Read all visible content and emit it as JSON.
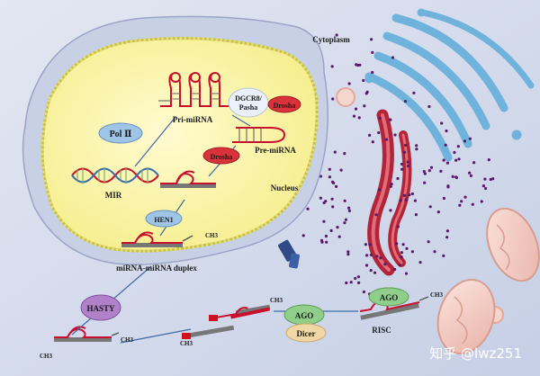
{
  "labels": {
    "cytoplasm": "Cytoplasm",
    "nucleus": "Nucleus",
    "pri_mirna": "Pri-miRNA",
    "pre_mirna": "Pre-miRNA",
    "mir": "MIR",
    "duplex": "miRNA-miRNA duplex",
    "risc": "RISC",
    "ch3_a": "CH3",
    "ch3_b": "CH3",
    "ch3_c": "CH3",
    "ch3_d": "CH3",
    "ch3_e": "CH3",
    "ch3_f": "CH3"
  },
  "enzymes": {
    "pol2": "Pol Ⅱ",
    "dgcr8_line1": "DGCR8/",
    "dgcr8_line2": "Pasha",
    "drosha_top": "Drosha",
    "drosha_mid": "Drosha",
    "hen1": "HEN1",
    "hasty": "HASTY",
    "ago_mid": "AGO",
    "dicer": "Dicer",
    "ago_risc": "AGO"
  },
  "watermark": "知乎 @lwz251",
  "colors": {
    "nucleus_fill": "#fbf6a8",
    "nucleus_border": "#c9c24f",
    "cell_fill": "#cfd6ea",
    "rna_red": "#c8102e",
    "pol_pill": "#9fc5e6",
    "hen1_pill": "#9fc5e6",
    "drosha_pill": "#d9323a",
    "hasty_pill": "#b080c9",
    "ago_pill": "#8fcf8a",
    "dicer_pill": "#f1d7a5",
    "golgi": "#6fb3dc",
    "er_red": "#b02537",
    "ribosome": "#5a1a6a",
    "mito": "#f3c8c0"
  }
}
